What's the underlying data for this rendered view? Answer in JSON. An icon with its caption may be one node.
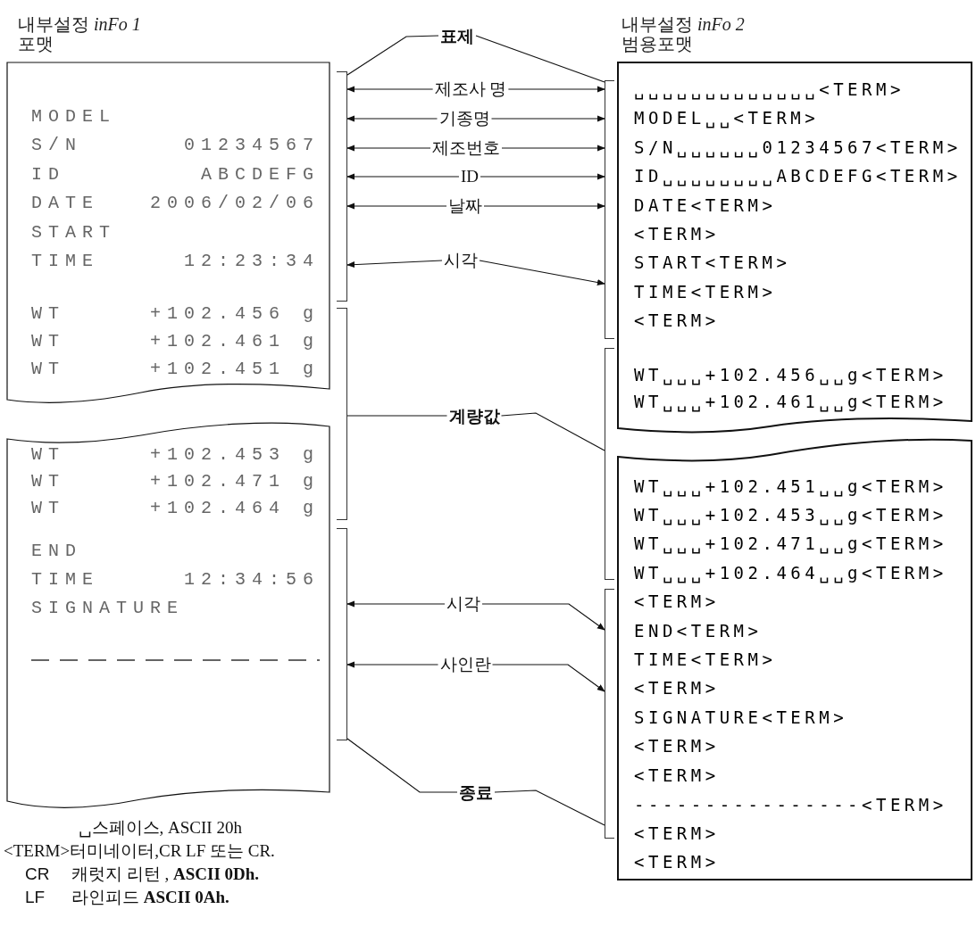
{
  "diagram": {
    "nodes": [
      {
        "text": [
          "내부설정 *inFo 1*",
          "포맷",
          "MODEL",
          "S/N      01234567",
          "ID        ABCDEFG",
          "DATE   2006/02/06",
          "START",
          "TIME     12:23:34",
          "WT     +102.456 g",
          "WT     +102.461 g",
          "WT     +102.451 g",
          "WT     +102.453 g",
          "WT     +102.471 g",
          "WT     +102.464 g",
          "END",
          "TIME     12:34:56",
          "SIGNATURE"
        ]
      },
      {
        "text": [
          "내부설정 *inFo 2*",
          "범용포맷",
          "␣␣␣␣␣␣␣␣␣␣␣␣␣<TERM>",
          "MODEL␣␣<TERM>",
          "S/N␣␣␣␣␣␣01234567<TERM>",
          "ID␣␣␣␣␣␣␣␣ABCDEFG<TERM>",
          "DATE<TERM>",
          "<TERM>",
          "START<TERM>",
          "TIME<TERM>",
          "<TERM>",
          "WT␣␣␣+102.456␣␣g<TERM>",
          "WT␣␣␣+102.461␣␣g<TERM>",
          "WT␣␣␣+102.451␣␣g<TERM>",
          "WT␣␣␣+102.453␣␣g<TERM>",
          "WT␣␣␣+102.471␣␣g<TERM>",
          "WT␣␣␣+102.464␣␣g<TERM>",
          "<TERM>",
          "END<TERM>",
          "TIME<TERM>",
          "<TERM>",
          "SIGNATURE<TERM>",
          "<TERM>",
          "<TERM>",
          "----------------<TERM>",
          "<TERM>",
          "<TERM>"
        ]
      },
      {
        "text": [
          "표제"
        ]
      },
      {
        "text": [
          "제조사 명"
        ]
      },
      {
        "text": [
          "기종명"
        ]
      },
      {
        "text": [
          "제조번호"
        ]
      },
      {
        "text": [
          "ID"
        ]
      },
      {
        "text": [
          "날짜"
        ]
      },
      {
        "text": [
          "시각"
        ]
      },
      {
        "text": [
          "계량값"
        ]
      },
      {
        "text": [
          "시각"
        ]
      },
      {
        "text": [
          "사인란"
        ]
      },
      {
        "text": [
          "종료"
        ]
      },
      {
        "text": [],
        "shape": "bracket"
      },
      {
        "text": [],
        "shape": "bracket"
      },
      {
        "text": [],
        "shape": "bracket"
      },
      {
        "text": [],
        "shape": "bracket"
      },
      {
        "text": [],
        "shape": "bracket"
      },
      {
        "text": [],
        "shape": "bracket"
      }
    ],
    "edges": [
      {
        "from": 2,
        "to": 13,
        "arrow": "none"
      },
      {
        "from": 2,
        "to": 16,
        "arrow": "none"
      },
      {
        "from": 3,
        "to": 13,
        "arrow": "to"
      },
      {
        "from": 3,
        "to": 16,
        "arrow": "to"
      },
      {
        "from": 4,
        "to": 13,
        "arrow": "to"
      },
      {
        "from": 4,
        "to": 16,
        "arrow": "to"
      },
      {
        "from": 5,
        "to": 13,
        "arrow": "to"
      },
      {
        "from": 5,
        "to": 16,
        "arrow": "to"
      },
      {
        "from": 6,
        "to": 13,
        "arrow": "to"
      },
      {
        "from": 6,
        "to": 16,
        "arrow": "to"
      },
      {
        "from": 7,
        "to": 13,
        "arrow": "to"
      },
      {
        "from": 7,
        "to": 16,
        "arrow": "to"
      },
      {
        "from": 8,
        "to": 13,
        "arrow": "to"
      },
      {
        "from": 8,
        "to": 16,
        "arrow": "to"
      },
      {
        "from": 9,
        "to": 14,
        "arrow": "none"
      },
      {
        "from": 9,
        "to": 17,
        "arrow": "none"
      },
      {
        "from": 10,
        "to": 15,
        "arrow": "to"
      },
      {
        "from": 10,
        "to": 18,
        "arrow": "to"
      },
      {
        "from": 11,
        "to": 15,
        "arrow": "to"
      },
      {
        "from": 11,
        "to": 18,
        "arrow": "to"
      },
      {
        "from": 12,
        "to": 15,
        "arrow": "none"
      },
      {
        "from": 12,
        "to": 18,
        "arrow": "none"
      }
    ],
    "labels": [
      "␣스페이스, ASCII 20h",
      "<TERM>터미네이터,CR LF 또는 CR.",
      "CR",
      "캐럿지 리턴 , **ASCII 0Dh.**",
      "LF",
      "라인피드 **ASCII 0Ah.**"
    ]
  }
}
